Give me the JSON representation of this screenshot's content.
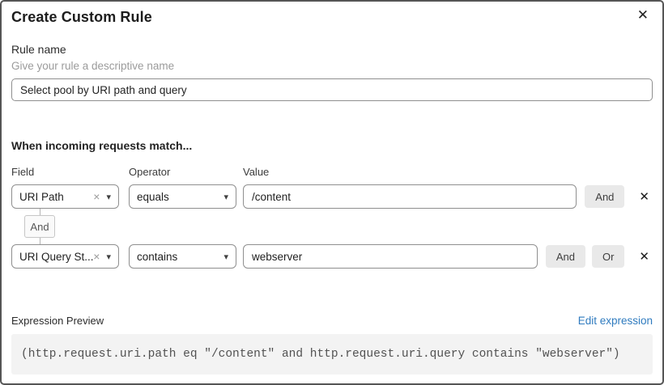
{
  "dialog": {
    "title": "Create Custom Rule"
  },
  "icons": {
    "close": "✕",
    "remove": "✕",
    "clear": "×",
    "caret": "▾"
  },
  "rule_name": {
    "label": "Rule name",
    "hint": "Give your rule a descriptive name",
    "value": "Select pool by URI path and query"
  },
  "match_section": {
    "heading": "When incoming requests match...",
    "columns": {
      "field": "Field",
      "operator": "Operator",
      "value": "Value"
    },
    "rows": [
      {
        "field": "URI Path",
        "operator": "equals",
        "value": "/content",
        "and_label": "And"
      },
      {
        "field": "URI Query St...",
        "operator": "contains",
        "value": "webserver",
        "and_label": "And",
        "or_label": "Or"
      }
    ],
    "connector_label": "And"
  },
  "expression_preview": {
    "label": "Expression Preview",
    "edit_link": "Edit expression",
    "expression": "(http.request.uri.path eq \"/content\" and http.request.uri.query contains \"webserver\")"
  },
  "colors": {
    "link": "#2f7bbf",
    "button_bg": "#e9e9e9",
    "code_bg": "#f3f3f3",
    "border": "#8f8f8f"
  }
}
